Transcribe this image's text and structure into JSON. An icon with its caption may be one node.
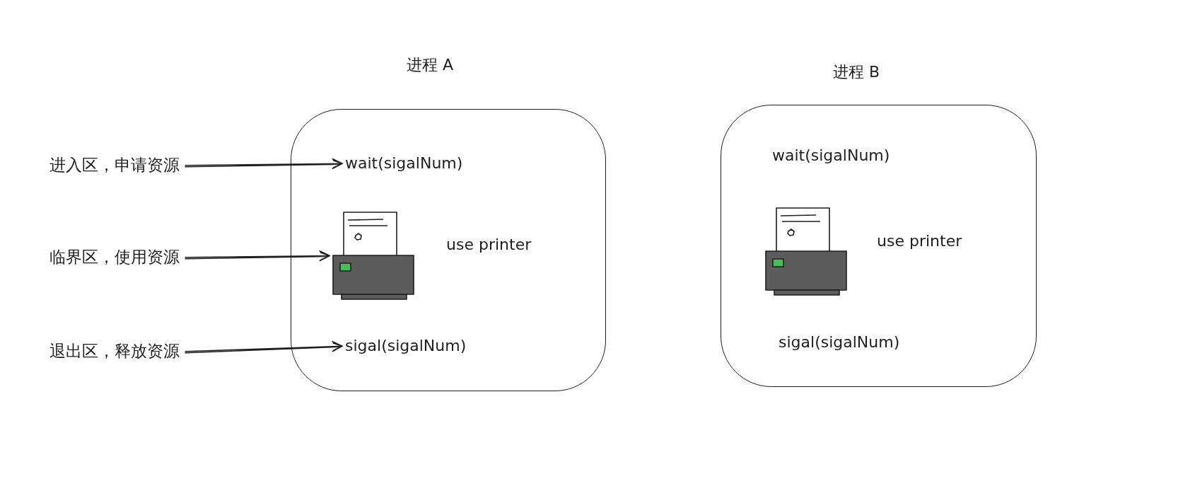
{
  "diagram": {
    "nodes": [
      {
        "text": [
          "进入区，申请资源"
        ]
      },
      {
        "text": [
          "临界区，使用资源"
        ]
      },
      {
        "text": [
          "退出区，释放资源"
        ]
      },
      {
        "text": [
          "进程 A",
          "use printer"
        ]
      },
      {
        "text": [
          "wait(sigalNum)"
        ],
        "in": 3
      },
      {
        "text": [],
        "shape": "picture",
        "in": 3
      },
      {
        "text": [
          "sigal(sigalNum)"
        ],
        "in": 3
      },
      {
        "text": [
          "进程 B",
          "wait(sigalNum)",
          "use printer",
          "sigal(sigalNum)"
        ]
      },
      {
        "text": [],
        "shape": "picture",
        "in": 7
      }
    ],
    "edges": [
      {
        "from": 0,
        "to": 4,
        "arrow": "to"
      },
      {
        "from": 1,
        "to": 5,
        "arrow": "to"
      },
      {
        "from": 2,
        "to": 6,
        "arrow": "to"
      }
    ]
  }
}
